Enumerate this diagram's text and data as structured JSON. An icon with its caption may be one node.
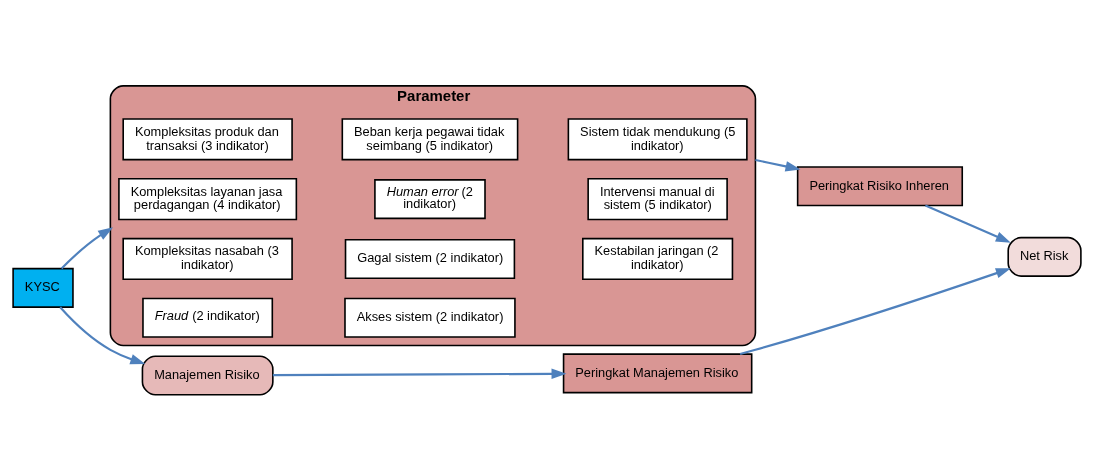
{
  "diagram": {
    "nodes": [
      {
        "text": [
          "KYSC"
        ]
      },
      {
        "text": [
          "Parameter"
        ]
      },
      {
        "text": [
          "Kompleksitas produk dan transaksi (3 indikator)"
        ],
        "in": 1
      },
      {
        "text": [
          "Beban kerja pegawai tidak seimbang (5 indikator)"
        ],
        "in": 1
      },
      {
        "text": [
          "Sistem tidak mendukung (5 indikator)"
        ],
        "in": 1
      },
      {
        "text": [
          "Kompleksitas layanan jasa perdagangan (4 indikator)"
        ],
        "in": 1
      },
      {
        "text": [
          "*Human error* (2 indikator)"
        ],
        "in": 1
      },
      {
        "text": [
          "Intervensi manual di sistem (5 indikator)"
        ],
        "in": 1
      },
      {
        "text": [
          "Kompleksitas nasabah (3 indikator)"
        ],
        "in": 1
      },
      {
        "text": [
          "Gagal sistem (2 indikator)"
        ],
        "in": 1
      },
      {
        "text": [
          "Kestabilan jaringan (2 indikator)"
        ],
        "in": 1
      },
      {
        "text": [
          "*Fraud* (2 indikator)"
        ],
        "in": 1
      },
      {
        "text": [
          "Akses sistem (2 indikator)"
        ],
        "in": 1
      },
      {
        "text": [
          "Manajemen Risiko"
        ]
      },
      {
        "text": [
          "Peringkat Risiko Inheren"
        ]
      },
      {
        "text": [
          "Net Risk"
        ]
      },
      {
        "text": [
          "Peringkat Manajemen Risiko"
        ]
      }
    ],
    "edges": [
      {
        "from": 0,
        "to": 1,
        "arrow": "to"
      },
      {
        "from": 0,
        "to": 13,
        "arrow": "to"
      },
      {
        "from": 1,
        "to": 14,
        "arrow": "to"
      },
      {
        "from": 13,
        "to": 16,
        "arrow": "to"
      },
      {
        "from": 14,
        "to": 15,
        "arrow": "to"
      },
      {
        "from": 16,
        "to": 15,
        "arrow": "to"
      }
    ]
  }
}
